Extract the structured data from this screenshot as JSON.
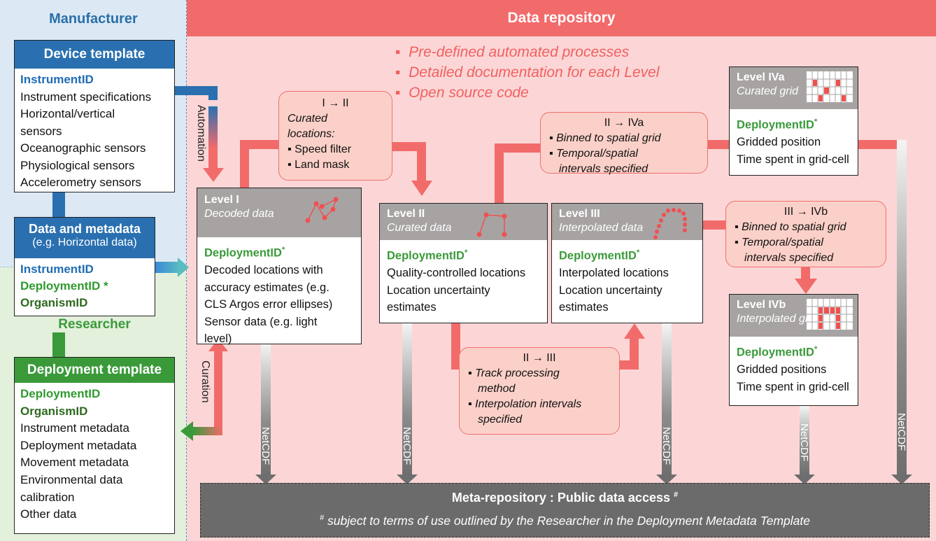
{
  "zones": {
    "manufacturer": "Manufacturer",
    "researcher": "Researcher",
    "repository": "Data repository"
  },
  "features": [
    "Pre-defined automated processes",
    "Detailed documentation for each Level",
    "Open source code"
  ],
  "device_template": {
    "title": "Device template",
    "items": [
      "InstrumentID",
      "Instrument specifications",
      "Horizontal/vertical",
      "sensors",
      "Oceanographic sensors",
      "Physiological sensors",
      "Accelerometry sensors"
    ]
  },
  "data_metadata": {
    "title": "Data and metadata",
    "subtitle": "(e.g. Horizontal data)",
    "items": [
      "InstrumentID",
      "DeploymentID *",
      "OrganismID"
    ]
  },
  "deployment_template": {
    "title": "Deployment template",
    "items": [
      "DeploymentID",
      "OrganismID",
      "Instrument metadata",
      "Deployment metadata",
      "Movement metadata",
      "Environmental data",
      "calibration",
      "Other data"
    ]
  },
  "flows": {
    "automation": "Automation",
    "curation": "Curation",
    "netcdf": "NetCDF"
  },
  "levels": {
    "l1": {
      "title": "Level I",
      "sub": "Decoded data",
      "dep": "DeploymentID",
      "star": "*",
      "lines": [
        "Decoded locations with",
        "accuracy estimates (e.g.",
        "CLS Argos error ellipses)",
        "Sensor data (e.g. light",
        "level)"
      ]
    },
    "l2": {
      "title": "Level II",
      "sub": "Curated data",
      "dep": "DeploymentID",
      "star": "*",
      "lines": [
        "Quality-controlled locations",
        "Location uncertainty",
        "estimates"
      ]
    },
    "l3": {
      "title": "Level III",
      "sub": "Interpolated data",
      "dep": "DeploymentID",
      "star": "*",
      "lines": [
        "Interpolated locations",
        "Location uncertainty",
        "estimates"
      ]
    },
    "l4a": {
      "title": "Level IVa",
      "sub": "Curated grid",
      "dep": "DeploymentID",
      "star": "*",
      "lines": [
        "Gridded position",
        "Time spent in grid-cell"
      ]
    },
    "l4b": {
      "title": "Level IVb",
      "sub": "Interpolated grid",
      "dep": "DeploymentID",
      "star": "*",
      "lines": [
        "Gridded positions",
        "Time spent in grid-cell"
      ]
    }
  },
  "processes": {
    "p12": {
      "title": "I → II",
      "lines": [
        "Curated",
        "locations:"
      ],
      "bullets": [
        "Speed filter",
        "Land mask"
      ]
    },
    "p24a": {
      "title": "II → IVa",
      "bullets": [
        "Binned to spatial grid",
        "Temporal/spatial",
        "intervals specified"
      ]
    },
    "p23": {
      "title": "II → III",
      "bullets": [
        "Track processing",
        "method",
        "Interpolation intervals",
        "specified"
      ]
    },
    "p34b": {
      "title": "III → IVb",
      "bullets": [
        "Binned to spatial grid",
        "Temporal/spatial",
        "intervals specified"
      ]
    }
  },
  "meta_repository": {
    "title": "Meta-repository : Public data access",
    "mark": "#",
    "note": "subject to terms of use outlined by the Researcher in the Deployment Metadata Template"
  }
}
